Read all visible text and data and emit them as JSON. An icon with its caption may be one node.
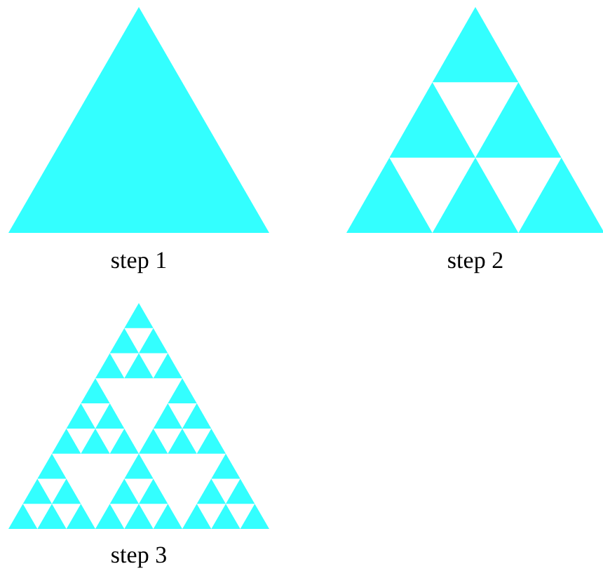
{
  "diagram": {
    "labels": [
      "step 1",
      "step 2",
      "step 3"
    ]
  }
}
